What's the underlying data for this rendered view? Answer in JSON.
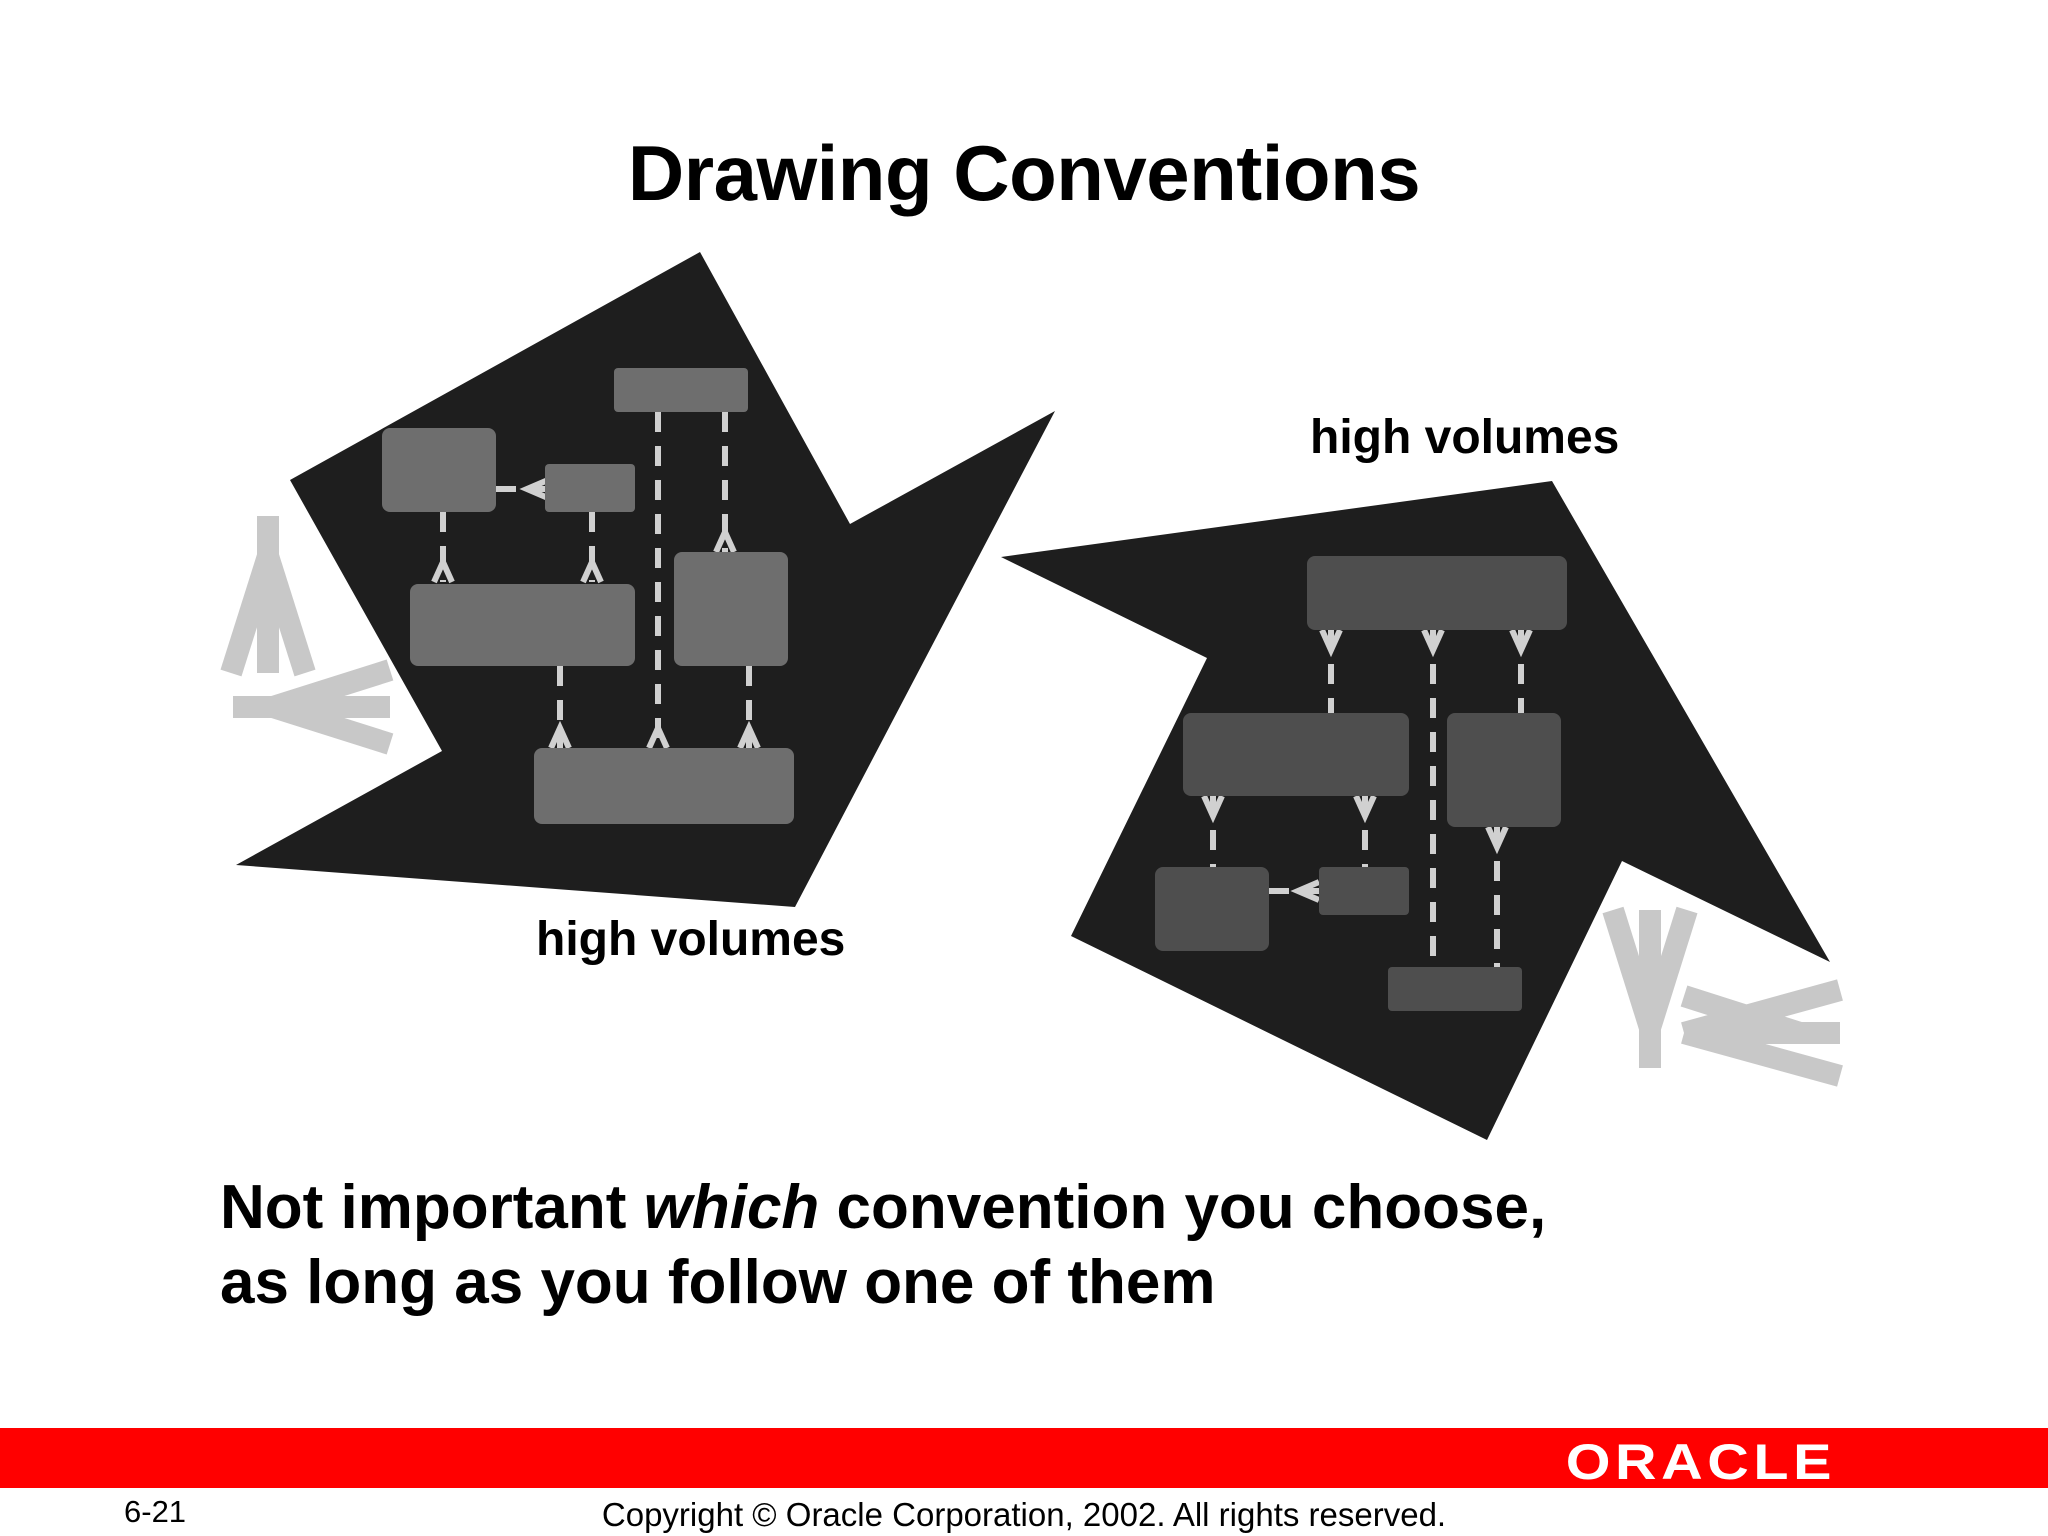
{
  "slide": {
    "title": "Drawing Conventions",
    "caption_right": "high volumes",
    "caption_left": "high volumes",
    "body_line1_part1": "Not important ",
    "body_line1_emphasis": "which",
    "body_line1_part2": " convention you choose,",
    "body_line2": "as long as you follow one of them"
  },
  "footer": {
    "page_number": "6-21",
    "copyright": "Copyright © Oracle Corporation, 2002. All rights reserved.",
    "logo_text": "ORACLE"
  },
  "colors": {
    "arrow_shape": "#1e1e1e",
    "entity_left": "#6e6e6e",
    "entity_right": "#4e4e4e",
    "relationship_line": "#d0d0d0",
    "crowsfoot_icon": "#c8c8c8",
    "footer_bar": "#ff0000"
  }
}
